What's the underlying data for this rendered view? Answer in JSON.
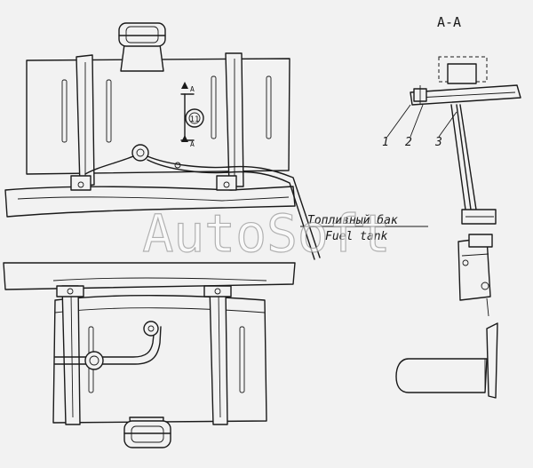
{
  "section_label": "A-A",
  "view_marker_top": "A",
  "view_marker_bottom": "A",
  "cap_label": "11",
  "caption_ru": "Топливный бак",
  "caption_en": "Fuel tank",
  "watermark": "AutoSoft",
  "callouts": [
    "1",
    "2",
    "3"
  ]
}
